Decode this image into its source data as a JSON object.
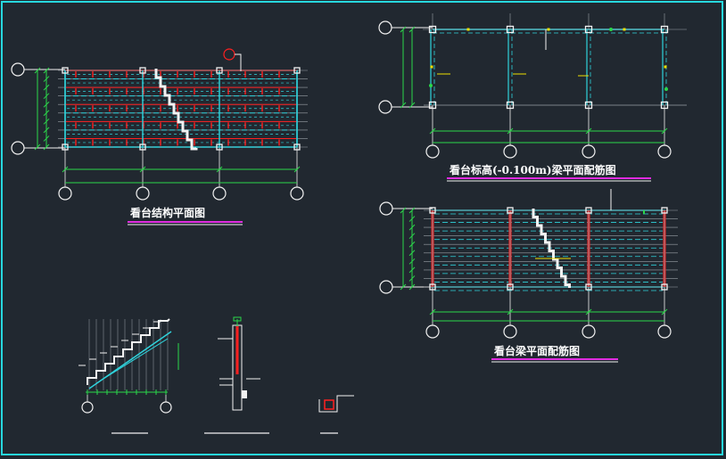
{
  "drawings": {
    "structure_plan": {
      "title": "看台结构平面图"
    },
    "beam_plan_elev": {
      "title": "看台标高(-0.100m)梁平面配筋图"
    },
    "beam_plan": {
      "title": "看台梁平面配筋图"
    }
  },
  "colors": {
    "background": "#212830",
    "frame": "#27d8df",
    "cyan": "#2fd3dc",
    "green": "#2bd74a",
    "red": "#ff2020",
    "white": "#f2f2f2",
    "magenta": "#e02ce0",
    "yellow": "#f0e000",
    "gray": "#9aa0a6"
  }
}
